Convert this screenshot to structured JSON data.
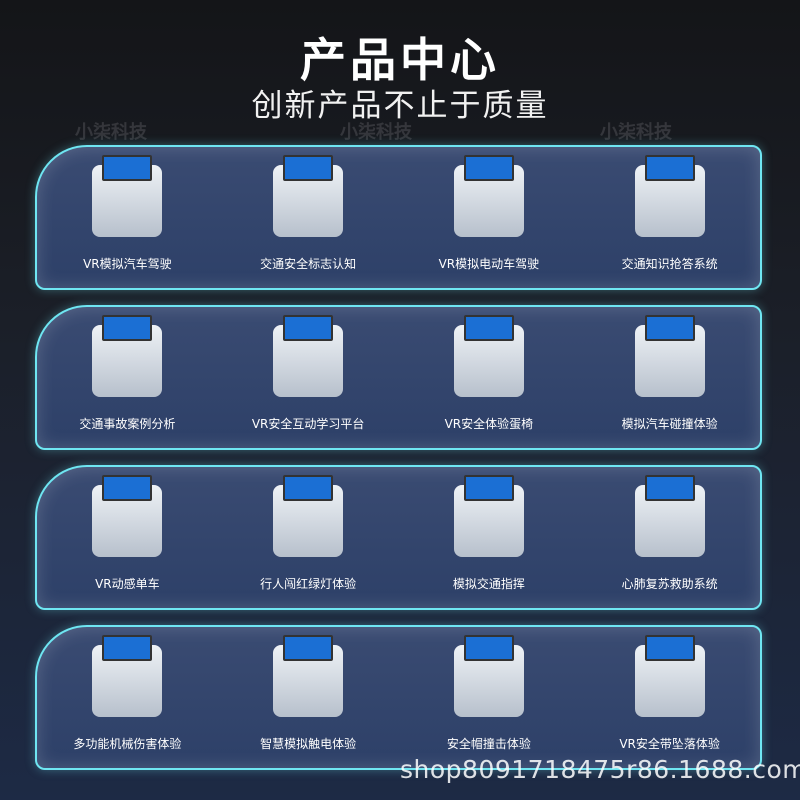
{
  "header": {
    "title": "产品中心",
    "subtitle": "创新产品不止于质量"
  },
  "watermark": "小柒科技",
  "rows": [
    {
      "items": [
        {
          "label": "VR模拟汽车驾驶"
        },
        {
          "label": "交通安全标志认知"
        },
        {
          "label": "VR模拟电动车驾驶"
        },
        {
          "label": "交通知识抢答系统"
        }
      ]
    },
    {
      "items": [
        {
          "label": "交通事故案例分析"
        },
        {
          "label": "VR安全互动学习平台"
        },
        {
          "label": "VR安全体验蛋椅"
        },
        {
          "label": "模拟汽车碰撞体验"
        }
      ]
    },
    {
      "items": [
        {
          "label": "VR动感单车"
        },
        {
          "label": "行人闯红绿灯体验"
        },
        {
          "label": "模拟交通指挥"
        },
        {
          "label": "心肺复苏救助系统"
        }
      ]
    },
    {
      "items": [
        {
          "label": "多功能机械伤害体验"
        },
        {
          "label": "智慧模拟触电体验"
        },
        {
          "label": "安全帽撞击体验"
        },
        {
          "label": "VR安全带坠落体验"
        }
      ]
    }
  ],
  "footer": {
    "shop": "shop8091718475r86.1688.com"
  },
  "colors": {
    "card_border": "#6fe6f2",
    "card_bg": "#334670"
  }
}
